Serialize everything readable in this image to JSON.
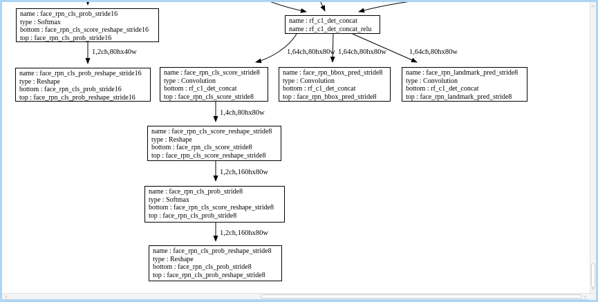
{
  "diagram": {
    "nodes": [
      {
        "id": "face_rpn_cls_prob_stride16",
        "lines": [
          "name : face_rpn_cls_prob_stride16",
          "type : Softmax",
          "bottom : face_rpn_cls_score_reshape_stride16",
          "top : face_rpn_cls_prob_stride16"
        ]
      },
      {
        "id": "rf_c1_det_concat",
        "lines": [
          "name : rf_c1_det_concat",
          "name : rf_c1_det_concat_relu"
        ]
      },
      {
        "id": "face_rpn_cls_prob_reshape_stride16",
        "lines": [
          "name : face_rpn_cls_prob_reshape_stride16",
          "type : Reshape",
          "bottom : face_rpn_cls_prob_stride16",
          "top : face_rpn_cls_prob_reshape_stride16"
        ]
      },
      {
        "id": "face_rpn_cls_score_stride8",
        "lines": [
          "name : face_rpn_cls_score_stride8",
          "type : Convolution",
          "bottom : rf_c1_det_concat",
          "top : face_rpn_cls_score_stride8"
        ]
      },
      {
        "id": "face_rpn_bbox_pred_stride8",
        "lines": [
          "name : face_rpn_bbox_pred_stride8",
          "type : Convolution",
          "bottom : rf_c1_det_concat",
          "top : face_rpn_bbox_pred_stride8"
        ]
      },
      {
        "id": "face_rpn_landmark_pred_stride8",
        "lines": [
          "name : face_rpn_landmark_pred_stride8",
          "type : Convolution",
          "bottom : rf_c1_det_concat",
          "top : face_rpn_landmark_pred_stride8"
        ]
      },
      {
        "id": "face_rpn_cls_score_reshape_stride8",
        "lines": [
          "name : face_rpn_cls_score_reshape_stride8",
          "type : Reshape",
          "bottom : face_rpn_cls_score_stride8",
          "top : face_rpn_cls_score_reshape_stride8"
        ]
      },
      {
        "id": "face_rpn_cls_prob_stride8",
        "lines": [
          "name : face_rpn_cls_prob_stride8",
          "type : Softmax",
          "bottom : face_rpn_cls_score_reshape_stride8",
          "top : face_rpn_cls_prob_stride8"
        ]
      },
      {
        "id": "face_rpn_cls_prob_reshape_stride8",
        "lines": [
          "name : face_rpn_cls_prob_reshape_stride8",
          "type : Reshape",
          "bottom : face_rpn_cls_prob_stride8",
          "top : face_rpn_cls_prob_reshape_stride8"
        ]
      }
    ],
    "edge_labels": [
      {
        "text": "1,2ch,80hx40w"
      },
      {
        "text": "1,64ch,80hx80w"
      },
      {
        "text": "1,64ch,80hx80w"
      },
      {
        "text": "1,64ch,80hx80w"
      },
      {
        "text": "1,4ch,80hx80w"
      },
      {
        "text": "1,2ch,160hx80w"
      },
      {
        "text": "1,2ch,160hx80w"
      }
    ]
  },
  "scrollbars": {
    "up_glyph": "˄",
    "down_glyph": "˅",
    "left_glyph": "‹",
    "right_glyph": "›"
  },
  "colors": {
    "window_border": "#aed5f3",
    "node_border": "#000000",
    "background": "#ffffff",
    "scroll_track": "#f4f4f4",
    "scroll_thumb": "#fdfdfd"
  }
}
